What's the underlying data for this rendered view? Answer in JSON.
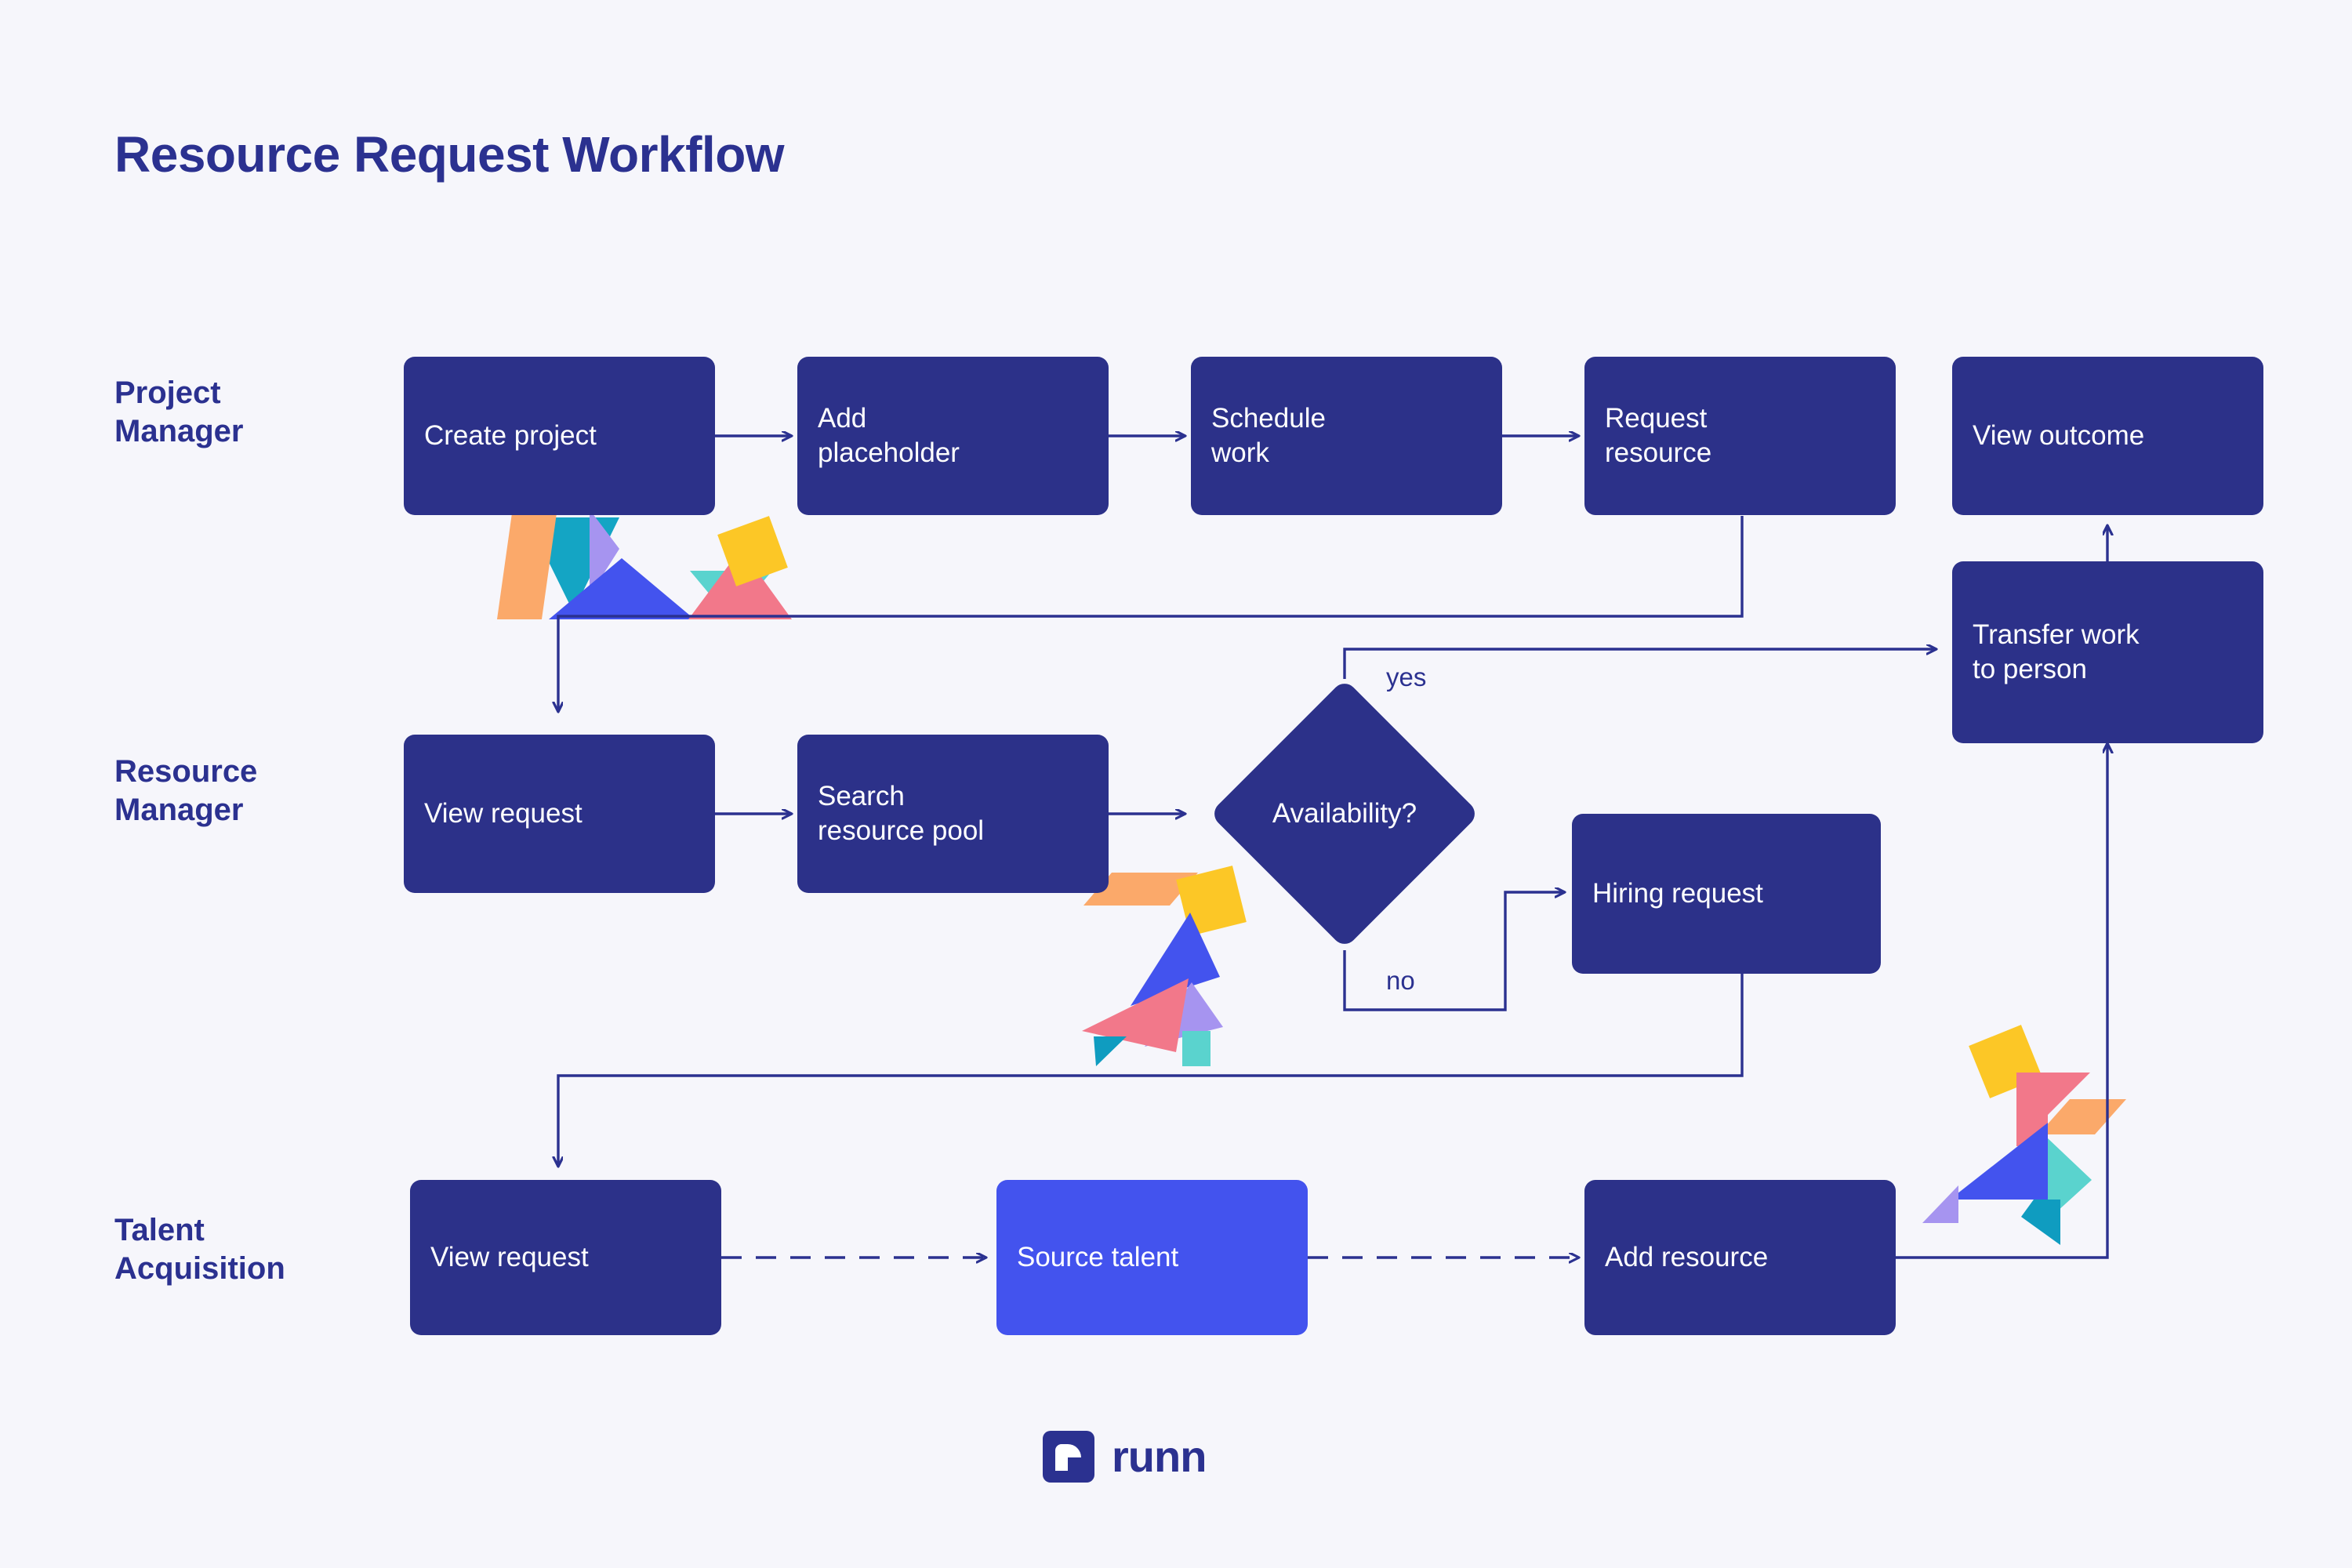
{
  "page": {
    "title": "Resource Request Workflow",
    "background_color": "#F6F6FB",
    "accent_navy": "#2C3189",
    "accent_blue": "#4353EE",
    "text_light": "#FFFFFF"
  },
  "lanes": [
    {
      "id": "project-manager",
      "label": "Project\nManager"
    },
    {
      "id": "resource-manager",
      "label": "Resource\nManager"
    },
    {
      "id": "talent-acquisition",
      "label": "Talent\nAcquisition"
    }
  ],
  "nodes": [
    {
      "id": "create-project",
      "lane": "project-manager",
      "label": "Create project",
      "shape": "rounded-rect",
      "color": "#2C3189"
    },
    {
      "id": "add-placeholder",
      "lane": "project-manager",
      "label": "Add\nplaceholder",
      "shape": "rounded-rect",
      "color": "#2C3189"
    },
    {
      "id": "schedule-work",
      "lane": "project-manager",
      "label": "Schedule\nwork",
      "shape": "rounded-rect",
      "color": "#2C3189"
    },
    {
      "id": "request-resource",
      "lane": "project-manager",
      "label": "Request\nresource",
      "shape": "rounded-rect",
      "color": "#2C3189"
    },
    {
      "id": "view-outcome",
      "lane": "project-manager",
      "label": "View outcome",
      "shape": "rounded-rect",
      "color": "#2C3189"
    },
    {
      "id": "transfer-work",
      "lane": "project-manager",
      "label": "Transfer work\nto person",
      "shape": "rounded-rect",
      "color": "#2C3189"
    },
    {
      "id": "view-request-rm",
      "lane": "resource-manager",
      "label": "View request",
      "shape": "rounded-rect",
      "color": "#2C3189"
    },
    {
      "id": "search-pool",
      "lane": "resource-manager",
      "label": "Search\nresource pool",
      "shape": "rounded-rect",
      "color": "#2C3189"
    },
    {
      "id": "availability",
      "lane": "resource-manager",
      "label": "Availability?",
      "shape": "diamond",
      "color": "#2C3189"
    },
    {
      "id": "hiring-request",
      "lane": "resource-manager",
      "label": "Hiring request",
      "shape": "rounded-rect",
      "color": "#2C3189"
    },
    {
      "id": "view-request-ta",
      "lane": "talent-acquisition",
      "label": "View request",
      "shape": "rounded-rect",
      "color": "#2C3189"
    },
    {
      "id": "source-talent",
      "lane": "talent-acquisition",
      "label": "Source talent",
      "shape": "rounded-rect",
      "color": "#4353EE"
    },
    {
      "id": "add-resource",
      "lane": "talent-acquisition",
      "label": "Add resource",
      "shape": "rounded-rect",
      "color": "#2C3189"
    }
  ],
  "edge_labels": {
    "yes": "yes",
    "no": "no"
  },
  "edges": [
    {
      "from": "create-project",
      "to": "add-placeholder",
      "style": "solid",
      "label": ""
    },
    {
      "from": "add-placeholder",
      "to": "schedule-work",
      "style": "solid",
      "label": ""
    },
    {
      "from": "schedule-work",
      "to": "request-resource",
      "style": "solid",
      "label": ""
    },
    {
      "from": "request-resource",
      "to": "view-request-rm",
      "style": "solid",
      "label": ""
    },
    {
      "from": "view-request-rm",
      "to": "search-pool",
      "style": "solid",
      "label": ""
    },
    {
      "from": "search-pool",
      "to": "availability",
      "style": "solid",
      "label": ""
    },
    {
      "from": "availability",
      "to": "transfer-work",
      "style": "solid",
      "label": "yes"
    },
    {
      "from": "availability",
      "to": "hiring-request",
      "style": "solid",
      "label": "no"
    },
    {
      "from": "hiring-request",
      "to": "view-request-ta",
      "style": "solid",
      "label": ""
    },
    {
      "from": "view-request-ta",
      "to": "source-talent",
      "style": "dashed",
      "label": ""
    },
    {
      "from": "source-talent",
      "to": "add-resource",
      "style": "dashed",
      "label": ""
    },
    {
      "from": "add-resource",
      "to": "transfer-work",
      "style": "solid",
      "label": ""
    },
    {
      "from": "transfer-work",
      "to": "view-outcome",
      "style": "solid",
      "label": ""
    }
  ],
  "brand": {
    "name": "runn",
    "mark": "runn-logo-icon"
  },
  "decorations": [
    {
      "id": "tangram-left",
      "description": "tangram figure under create project"
    },
    {
      "id": "tangram-center",
      "description": "tangram figure under search resource pool"
    },
    {
      "id": "tangram-right",
      "description": "tangram figure left of transfer work"
    }
  ],
  "palette": {
    "teal": "#14A5C4",
    "turquoise": "#5AD3CE",
    "orange": "#FBA96A",
    "yellow": "#FCC726",
    "coral": "#F2788A",
    "blue": "#4353EE",
    "purple": "#A694F0"
  }
}
